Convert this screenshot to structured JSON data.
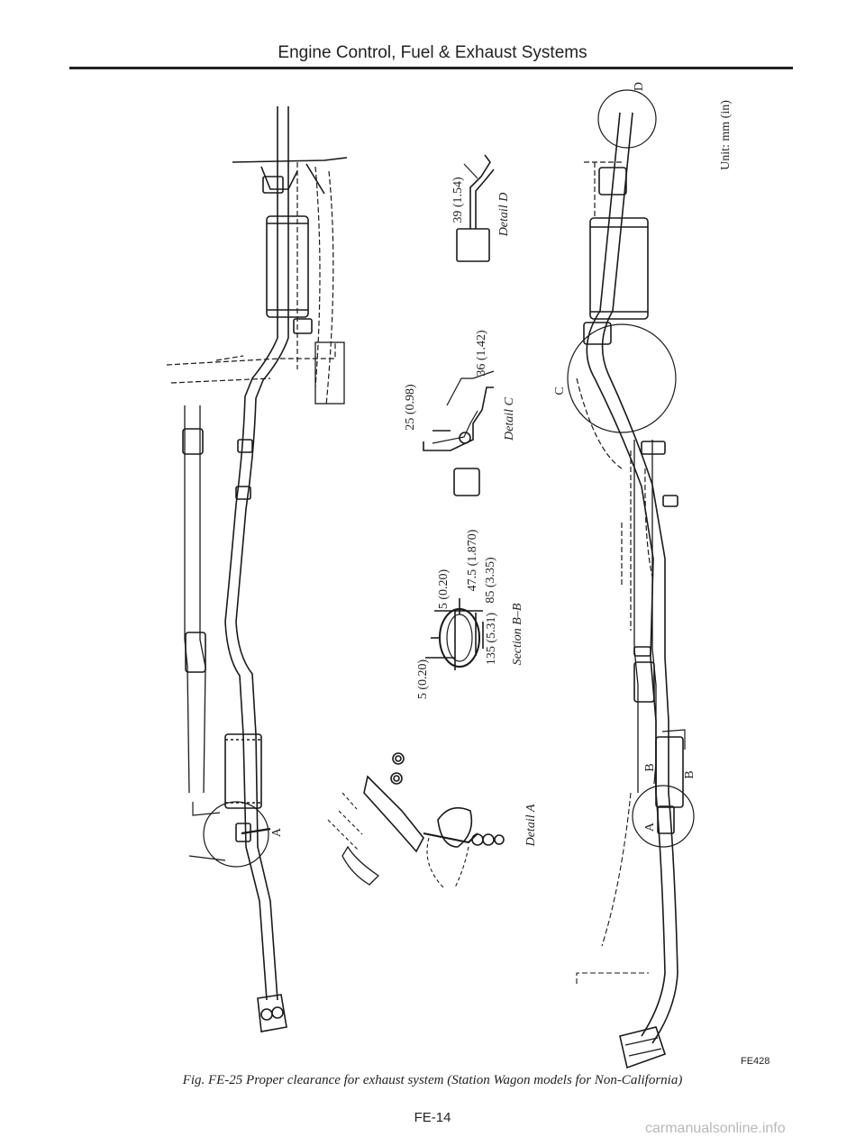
{
  "header": {
    "title": "Engine Control, Fuel & Exhaust Systems"
  },
  "unit_label": "Unit: mm (in)",
  "section_bb": {
    "dims": [
      "5 (0.20)",
      "5 (0.20)",
      "47.5 (1.870)",
      "85 (3.35)",
      "135 (5.31)"
    ],
    "title": "Section B–B"
  },
  "detail_c": {
    "dims": [
      "25 (0.98)",
      "36 (1.42)"
    ],
    "title": "Detail C"
  },
  "detail_d": {
    "dims": [
      "39 (1.54)"
    ],
    "title": "Detail D"
  },
  "detail_a": {
    "title": "Detail A"
  },
  "callouts": {
    "a_left": "A",
    "a_right": "A",
    "b_left": "B",
    "b_right": "B",
    "c": "C",
    "d": "D"
  },
  "figure": {
    "code": "FE428",
    "caption": "Fig. FE-25 Proper clearance for exhaust system (Station Wagon models for Non-California)"
  },
  "page_number": "FE-14",
  "watermark": "carmanualsonline.info",
  "colors": {
    "ink": "#1a1a1a",
    "paper": "#ffffff",
    "watermark": "#b8b8b8"
  }
}
